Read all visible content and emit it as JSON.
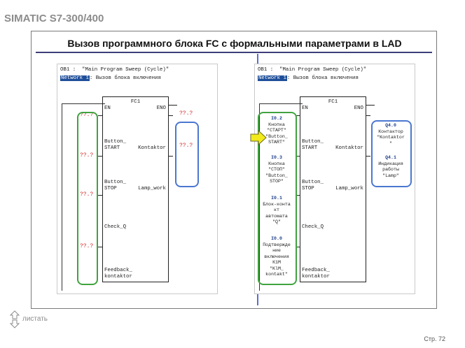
{
  "header": {
    "brand": "SIMATIC S7-300/400"
  },
  "slide": {
    "title": "Вызов программного блока FC с формальными параметрами в LAD"
  },
  "panel": {
    "ob_line": "OB1 :  \"Main Program Sweep (Cycle)\"",
    "network_badge": "Network 1",
    "network_title": ": Вызов блока включения",
    "block_name": "FC1",
    "en": "EN",
    "eno": "ENO",
    "inputs": [
      "Button_\nSTART",
      "Button_\nSTOP",
      "Check_Q",
      "Feedback_\nkontaktor"
    ],
    "outputs": [
      "Kontaktor",
      "Lamp_work"
    ],
    "placeholder": "??.?"
  },
  "actual_inputs": [
    {
      "address": "I0.2",
      "text": "Кнопка\n\"СТАРТ\"\n\"Button_\nSTART\""
    },
    {
      "address": "I0.3",
      "text": "Кнопка\n\"СТОП\"\n\"Button_\nSTOP\""
    },
    {
      "address": "I0.1",
      "text": "Блок-конта\nкт\nавтомата\n\"Q\""
    },
    {
      "address": "I0.0",
      "text": "Подтвержде\nние\nвключения\nК1М\n\"KlM_\nkontakt\""
    }
  ],
  "actual_outputs": [
    {
      "address": "Q4.0",
      "text": "Контактор\n\"Kontaktor\n\""
    },
    {
      "address": "Q4.1",
      "text": "Индикация\nработы\n\"Lamp\""
    }
  ],
  "colors": {
    "accent_green": "#3fa33f",
    "accent_blue": "#4a78d0",
    "placeholder_red": "#d42323",
    "arrow_yellow": "#f2ea1a"
  },
  "icons": {
    "transition": "right-arrow-icon",
    "nav": "up-down-arrows-icon"
  },
  "footer": {
    "scroll_label": "листать",
    "page": "Стр. 72"
  }
}
